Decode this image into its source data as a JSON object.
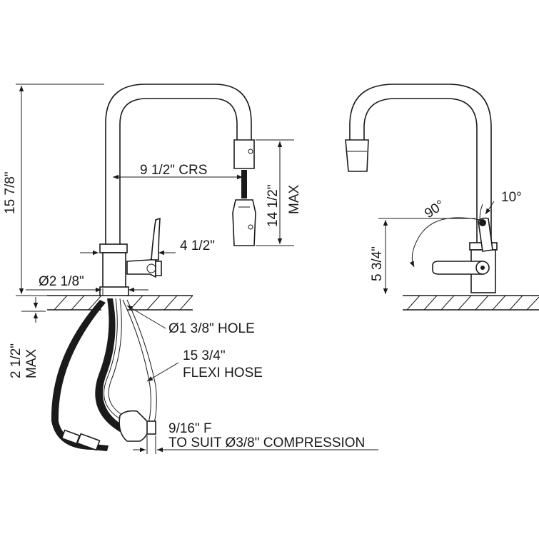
{
  "dimensions": {
    "crs": "9 1/2\" CRS",
    "total_height": "15 7/8\"",
    "pullout_max": "14 1/2\"",
    "max": "MAX",
    "handle_reach": "4 1/2\"",
    "base_diameter": "Ø2 1/8\"",
    "hole": "Ø1 3/8\" HOLE",
    "deck_max": "2 1/2\"",
    "deck_max_label": "MAX",
    "hose_length": "15 3/4\"",
    "hose_label": "FLEXI HOSE",
    "fitting": "9/16\" F",
    "compression": "TO SUIT  Ø3/8\" COMPRESSION",
    "side_height": "5 3/4\"",
    "angle_90": "90°",
    "angle_10": "10°"
  }
}
